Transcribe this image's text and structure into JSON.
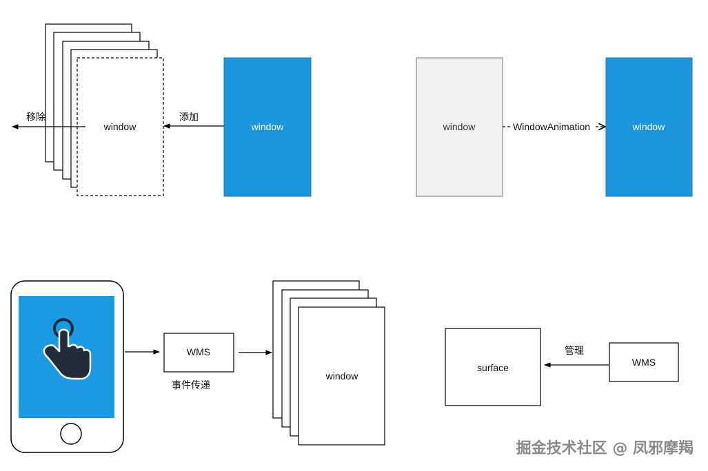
{
  "top_left": {
    "window_label": "window",
    "source_window_label": "window",
    "remove_label": "移除",
    "add_label": "添加"
  },
  "top_right": {
    "from_window_label": "window",
    "to_window_label": "window",
    "transition_label": "WindowAnimation"
  },
  "bottom_left": {
    "wms_label": "WMS",
    "event_label": "事件传递",
    "window_label": "window"
  },
  "bottom_right": {
    "surface_label": "surface",
    "wms_label": "WMS",
    "manage_label": "管理"
  },
  "watermark": "掘金技术社区 @ 凤邪摩羯",
  "colors": {
    "accent_blue": "#1b96dc",
    "screen_blue": "#1b9ae4",
    "grey_fill": "#f1f1f1",
    "stroke": "#000000"
  },
  "icons": {
    "hand_pointer": "hand-pointer-icon",
    "home_button": "home-button-icon"
  }
}
